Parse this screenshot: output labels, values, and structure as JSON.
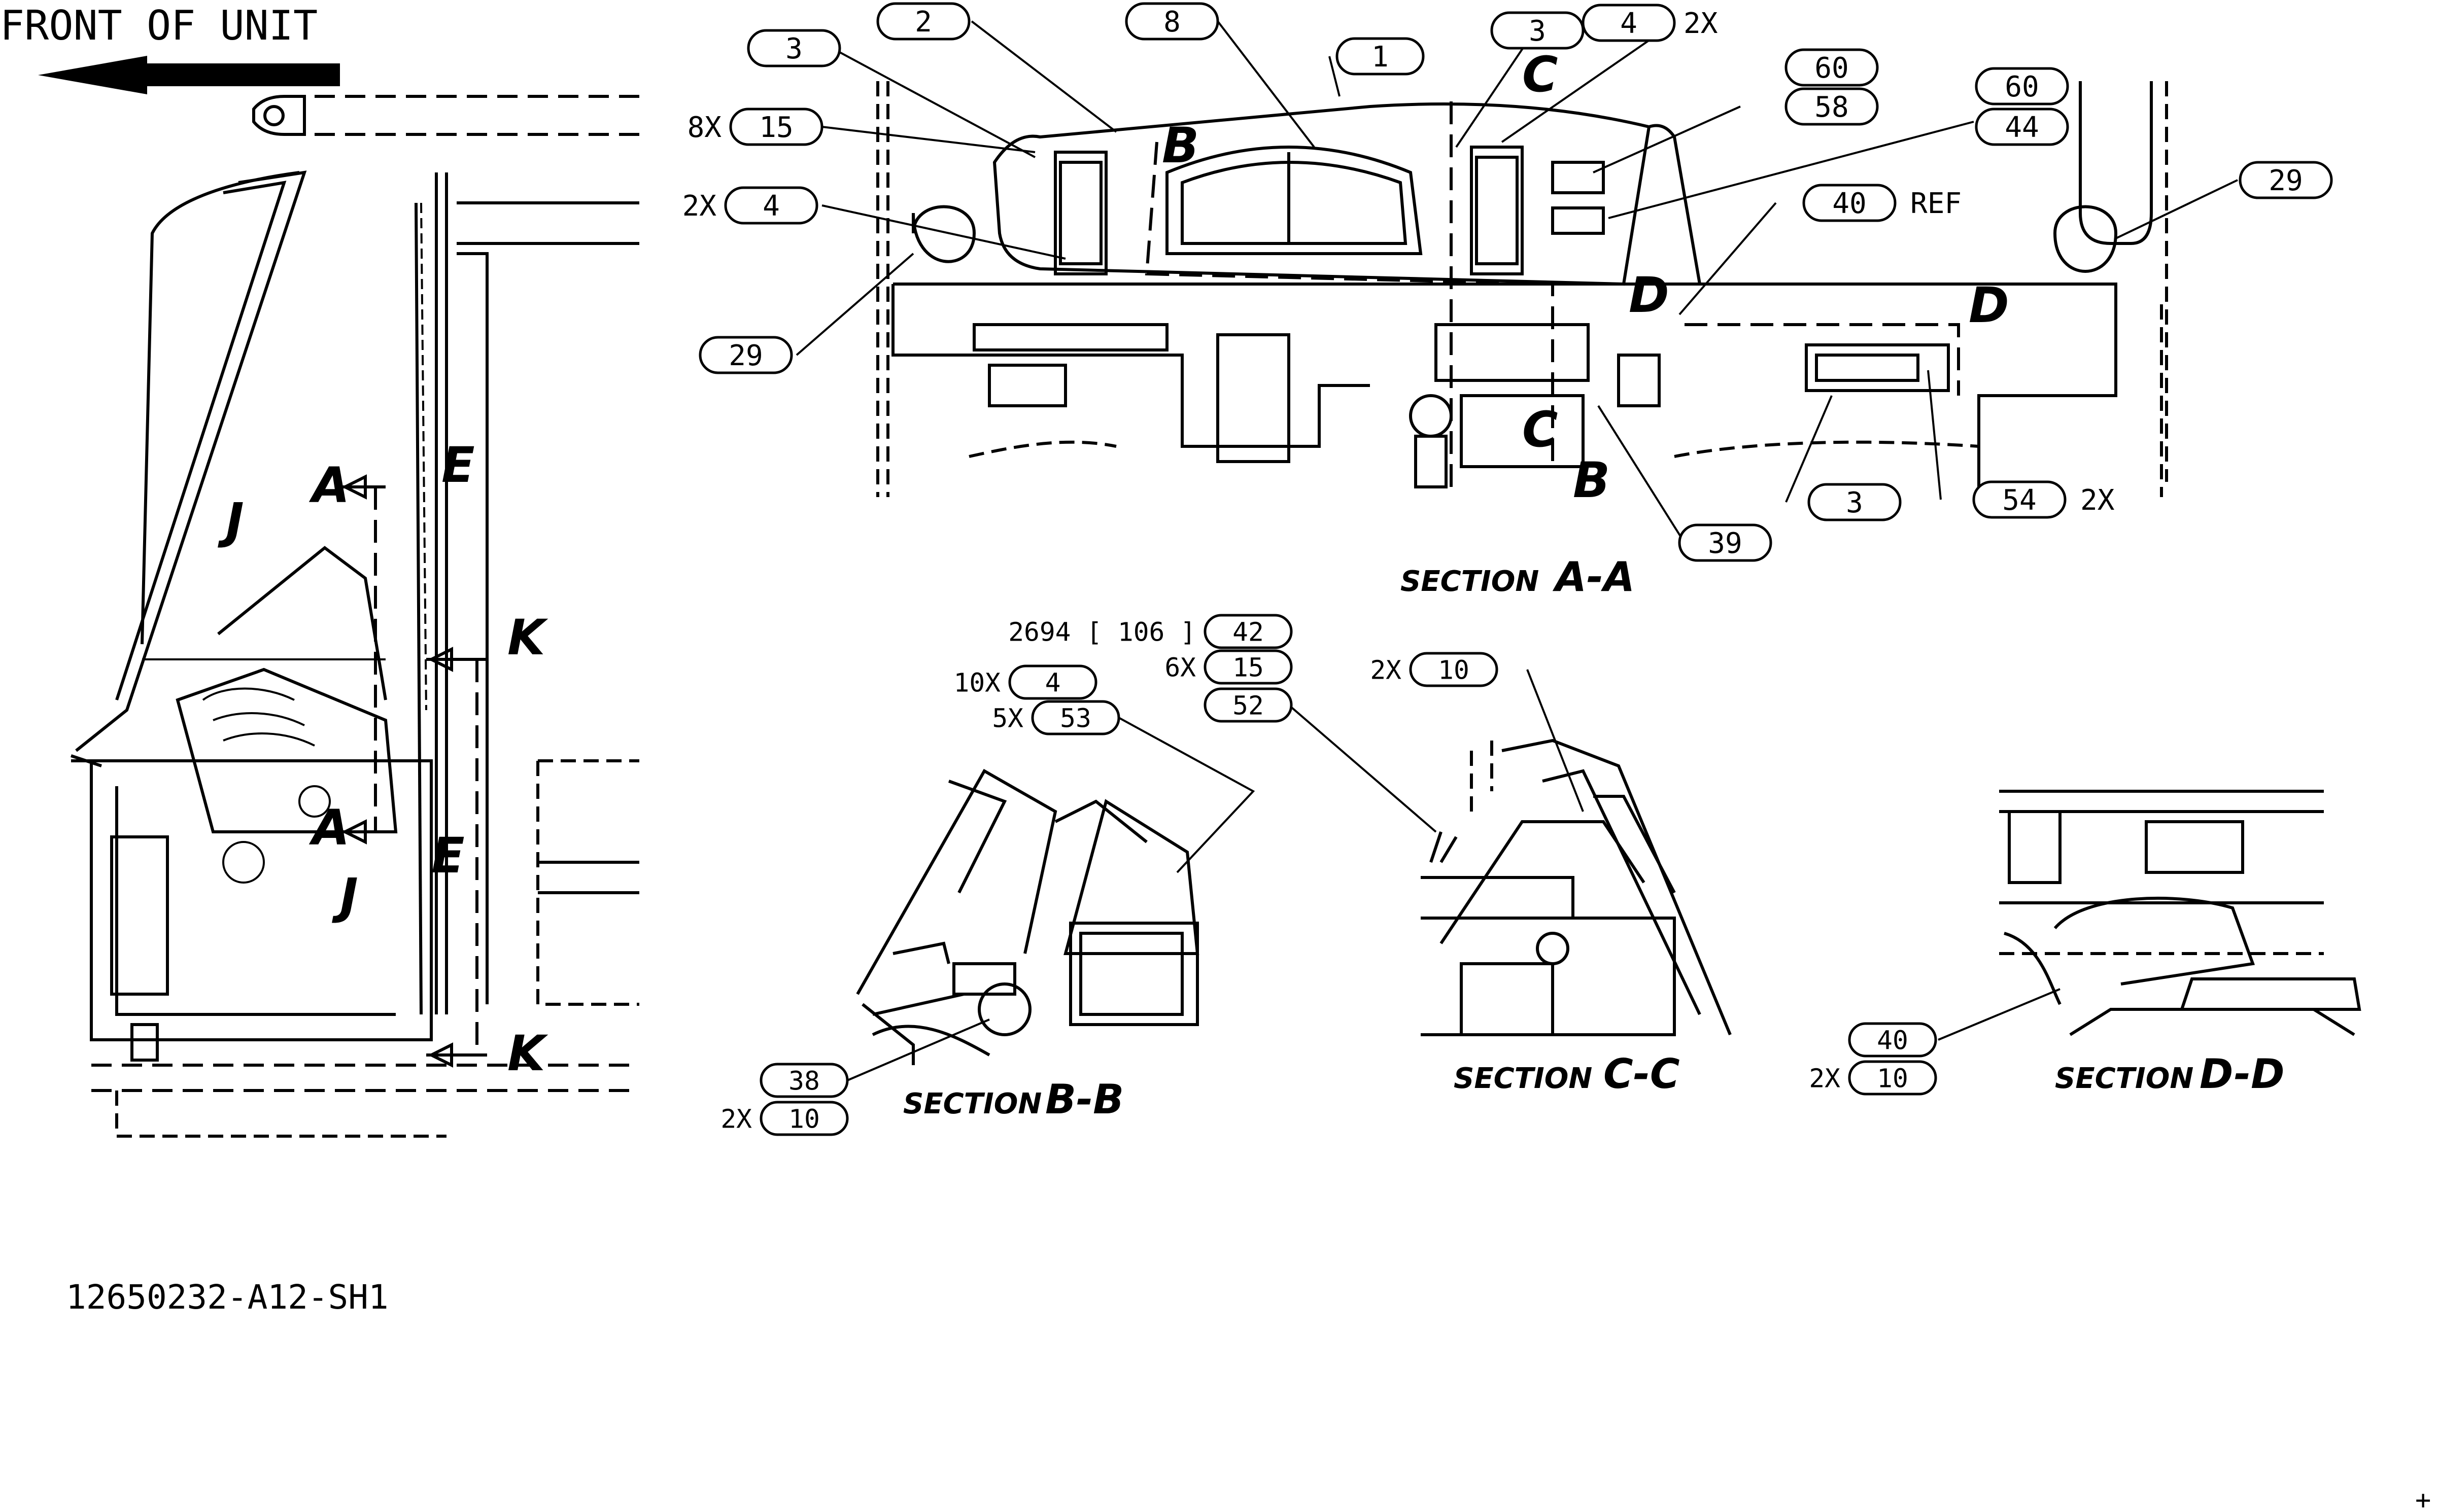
{
  "header": {
    "front_label": "FRONT OF UNIT"
  },
  "drawing_number": "12650232-A12-SH1",
  "callouts": [
    {
      "id": "c1",
      "label": "1"
    },
    {
      "id": "c2",
      "label": "2"
    },
    {
      "id": "c3a",
      "label": "3"
    },
    {
      "id": "c8",
      "label": "8"
    },
    {
      "id": "c3b",
      "label": "3"
    },
    {
      "id": "c4a",
      "label": "4",
      "qty": "2X"
    },
    {
      "id": "c60a",
      "label": "60"
    },
    {
      "id": "c58",
      "label": "58"
    },
    {
      "id": "c60b",
      "label": "60"
    },
    {
      "id": "c44",
      "label": "44"
    },
    {
      "id": "c15a",
      "label": "15",
      "qty": "8X"
    },
    {
      "id": "c4b",
      "label": "4",
      "qty": "2X"
    },
    {
      "id": "c40a",
      "label": "40",
      "suffix": "REF"
    },
    {
      "id": "c29a",
      "label": "29"
    },
    {
      "id": "c29b",
      "label": "29"
    },
    {
      "id": "c3c",
      "label": "3"
    },
    {
      "id": "c54",
      "label": "54",
      "suffix": "2X"
    },
    {
      "id": "c39",
      "label": "39"
    },
    {
      "id": "c42",
      "label": "42",
      "prefix": "2694 [ 106 ]"
    },
    {
      "id": "c4c",
      "label": "4",
      "qty": "10X"
    },
    {
      "id": "c53",
      "label": "53",
      "qty": "5X"
    },
    {
      "id": "c15b",
      "label": "15",
      "qty": "6X"
    },
    {
      "id": "c52",
      "label": "52"
    },
    {
      "id": "c10a",
      "label": "10",
      "qty": "2X"
    },
    {
      "id": "c38",
      "label": "38"
    },
    {
      "id": "c10b",
      "label": "10",
      "qty": "2X"
    },
    {
      "id": "c40b",
      "label": "40"
    },
    {
      "id": "c10c",
      "label": "10",
      "qty": "2X"
    }
  ],
  "view_markers": {
    "a1": "A",
    "a2": "A",
    "e1": "E",
    "e2": "E",
    "j1": "J",
    "j2": "J",
    "k1": "K",
    "k2": "K",
    "b1": "B",
    "b2": "B",
    "c1": "C",
    "c2": "C",
    "d1": "D",
    "d2": "D"
  },
  "sections": {
    "aa": {
      "word": "SECTION",
      "id": "A-A"
    },
    "bb": {
      "word": "SECTION",
      "id": "B-B"
    },
    "cc": {
      "word": "SECTION",
      "id": "C-C"
    },
    "dd": {
      "word": "SECTION",
      "id": "D-D"
    }
  },
  "corner_mark": "+"
}
